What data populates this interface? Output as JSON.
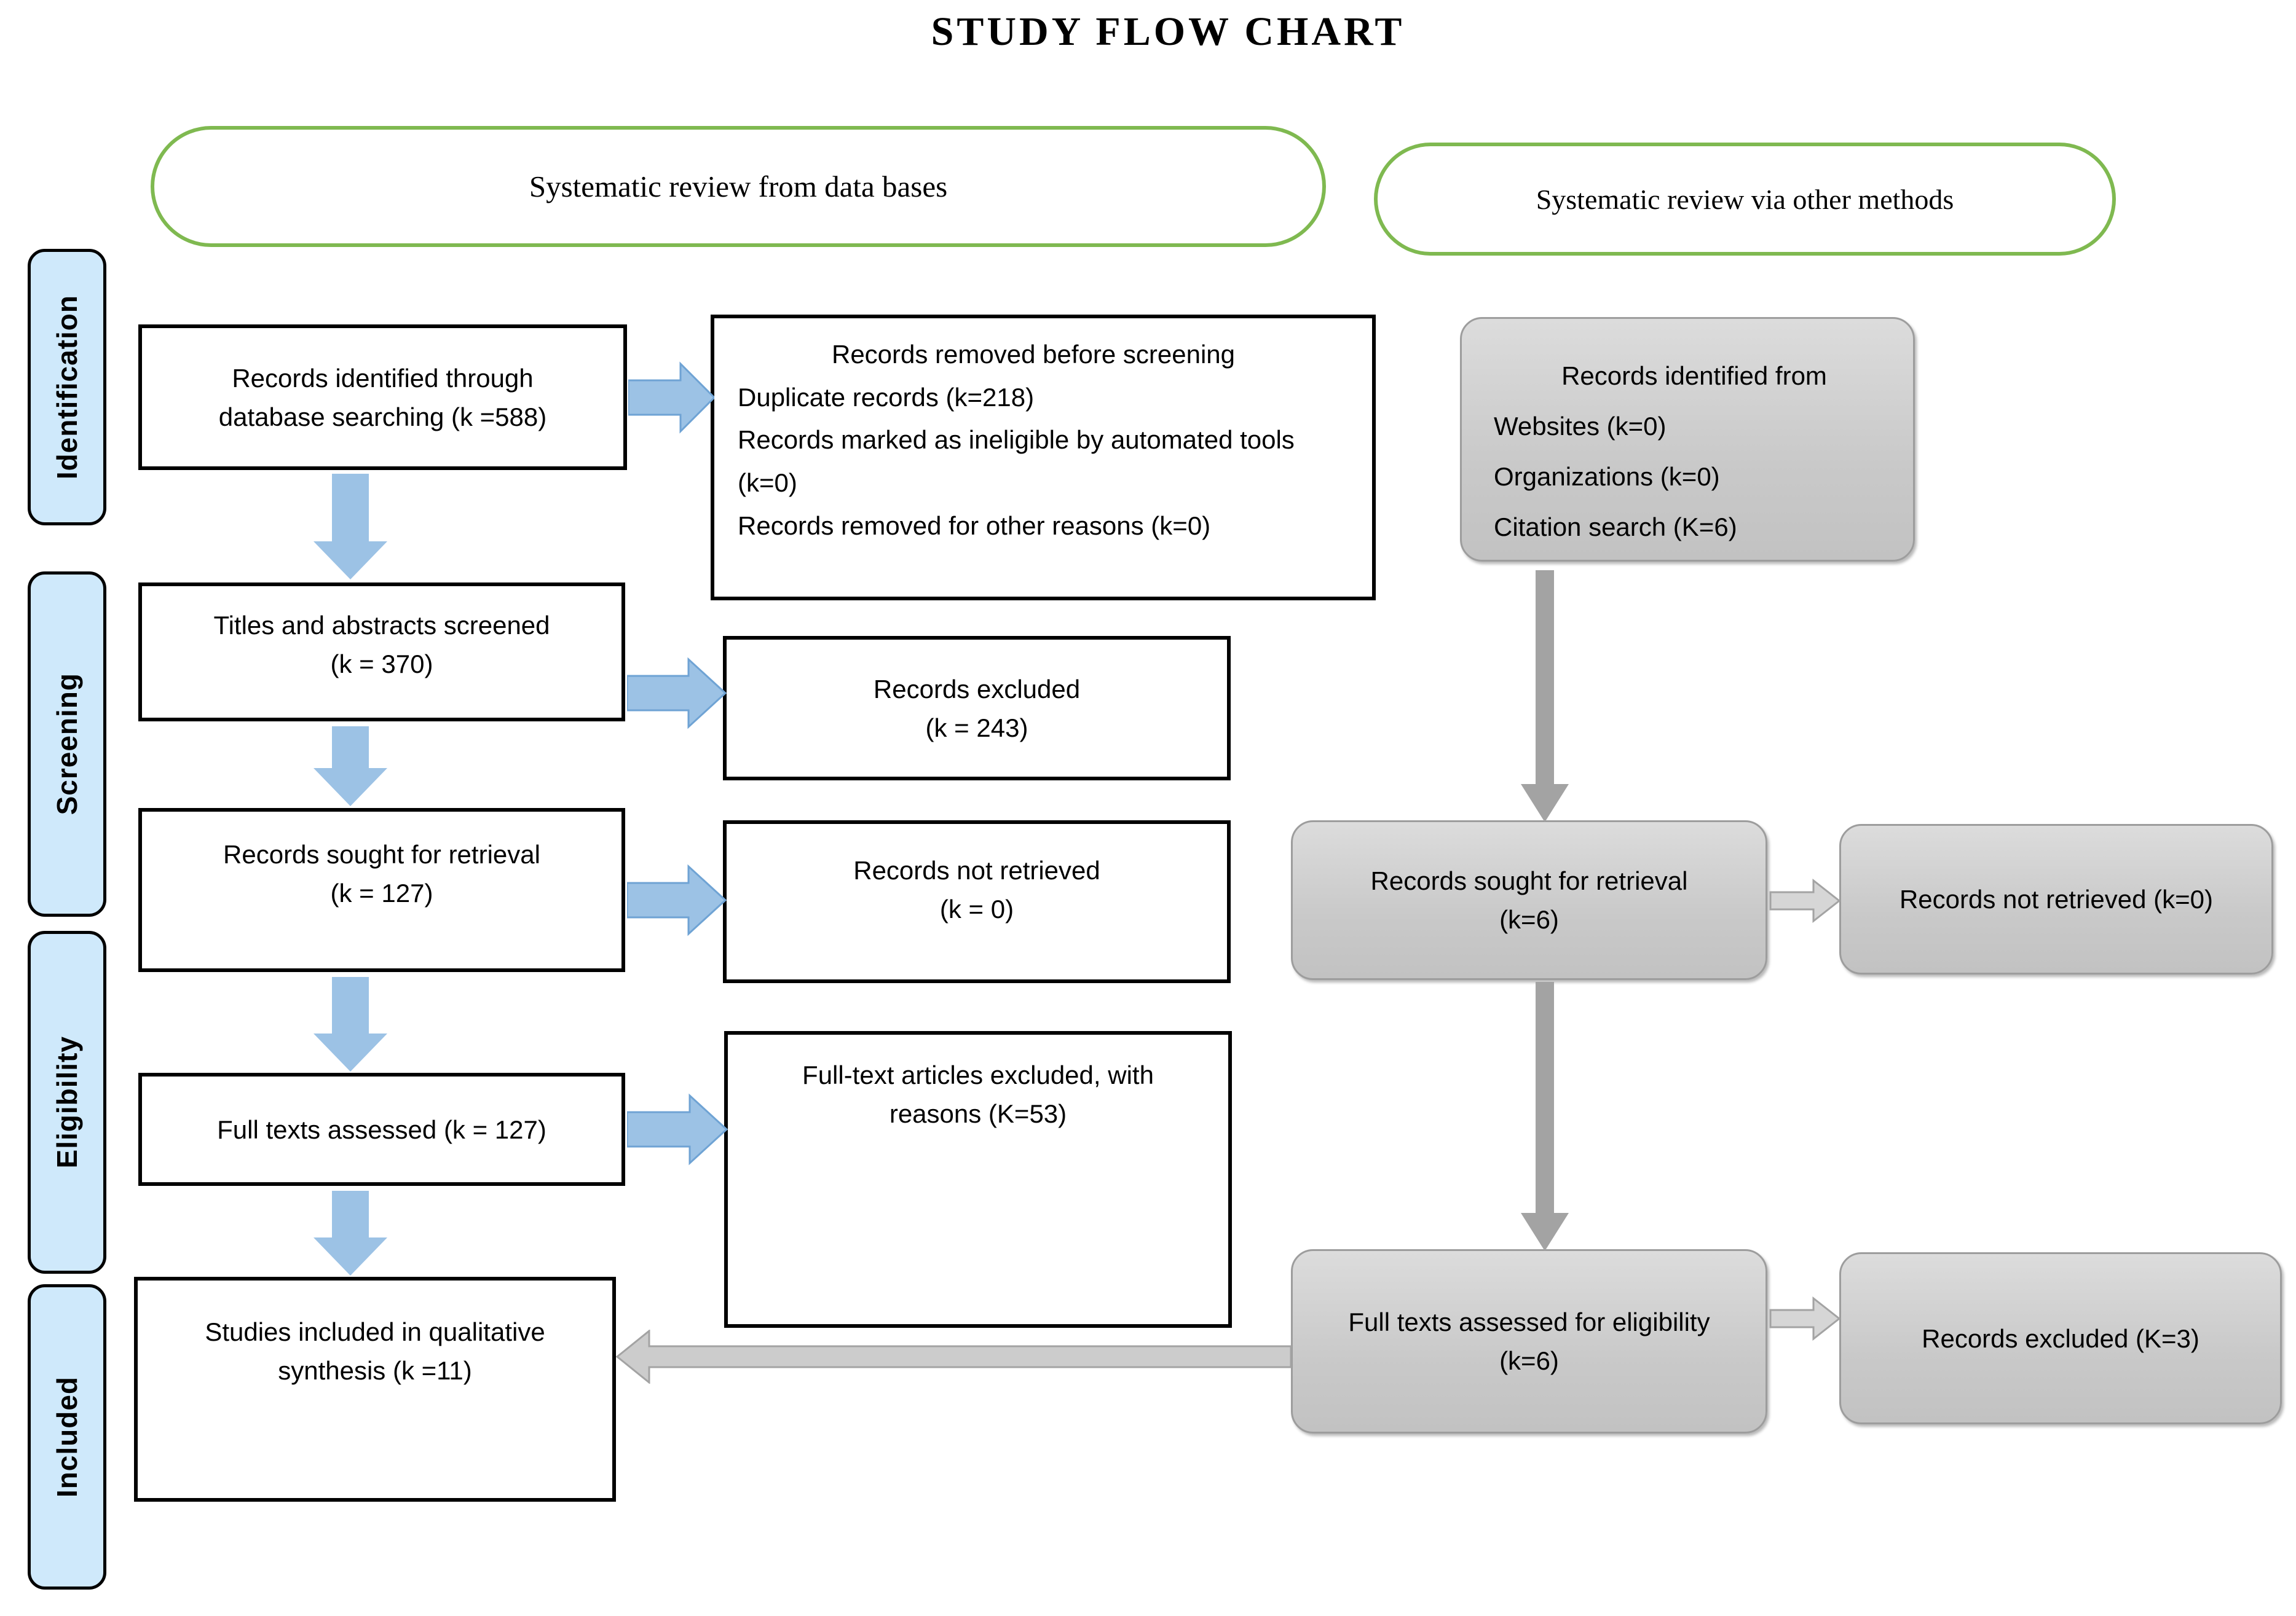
{
  "title": "STUDY FLOW CHART",
  "branches": {
    "databases": "Systematic review from data bases",
    "other_methods": "Systematic review via other methods"
  },
  "stages": {
    "identification": "Identification",
    "screening": "Screening",
    "eligibility": "Eligibility",
    "included": "Included"
  },
  "database_flow": {
    "identified": {
      "line1": "Records identified through",
      "line2": "database searching (k =588)"
    },
    "removed": {
      "title": "Records removed before screening",
      "items": [
        "Duplicate records (k=218)",
        "Records marked as ineligible by automated tools (k=0)",
        "Records removed for other reasons (k=0)"
      ]
    },
    "screened": {
      "line1": "Titles and abstracts screened",
      "line2": "(k = 370)"
    },
    "excluded": {
      "line1": "Records excluded",
      "line2": "(k = 243)"
    },
    "sought": {
      "line1": "Records sought for retrieval",
      "line2": "(k = 127)"
    },
    "not_retrieved": {
      "line1": "Records not retrieved",
      "line2": "(k = 0)"
    },
    "assessed": {
      "line1": "Full texts assessed  (k = 127)"
    },
    "fulltext_excluded": {
      "line1": "Full-text articles excluded, with",
      "line2": "reasons (K=53)"
    },
    "included_studies": {
      "line1": "Studies included in qualitative",
      "line2": "synthesis (k =11)"
    }
  },
  "other_flow": {
    "identified": {
      "title": "Records identified from",
      "items": [
        "Websites (k=0)",
        "Organizations (k=0)",
        "Citation search (K=6)"
      ]
    },
    "sought": {
      "line1": "Records sought for retrieval",
      "line2": "(k=6)"
    },
    "not_retrieved": {
      "line1": "Records not retrieved (k=0)"
    },
    "assessed": {
      "line1": "Full texts assessed for eligibility",
      "line2": "(k=6)"
    },
    "excluded": {
      "line1": "Records excluded (K=3)"
    }
  },
  "colors": {
    "blue_arrow": "#9cc2e5",
    "blue_arrow_edge": "#6fa3d4",
    "gray_arrow": "#a3a3a3",
    "gray_outline_arrow_fill": "#d6d6d6",
    "green_border": "#7fb950",
    "stage_fill": "#cfe9fb",
    "gray_box_fill": "#cccccc"
  }
}
